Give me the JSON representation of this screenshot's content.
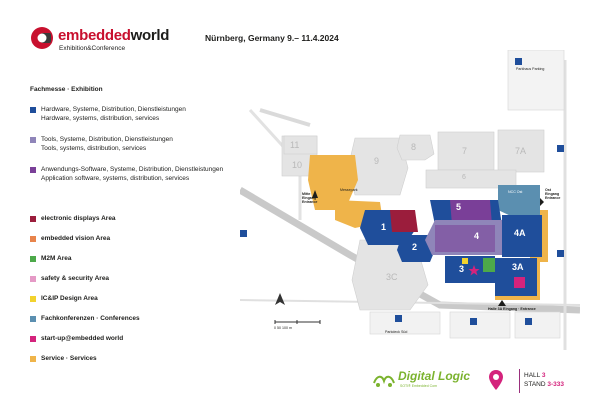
{
  "header": {
    "logo_part1": "embedded",
    "logo_part2": "world",
    "logo_sub": "Exhibition&Conference",
    "event_info": "Nürnberg, Germany   9.– 11.4.2024"
  },
  "legend": {
    "title": "Fachmesse · Exhibition",
    "items": [
      {
        "de": "Hardware, Systeme, Distribution, Dienstleistungen",
        "en": "Hardware, systems, distribution, services",
        "color": "#1f4e9b",
        "bold": false
      },
      {
        "de": "Tools, Systeme, Distribution, Dienstleistungen",
        "en": "Tools, systems, distribution, services",
        "color": "#8f85b9",
        "bold": false
      },
      {
        "de": "Anwendungs-Software, Systeme, Distribution, Dienstleistungen",
        "en": "Application software, systems, distribution, services",
        "color": "#7a3f98",
        "bold": false
      },
      {
        "de": "electronic displays Area",
        "en": "",
        "color": "#9b1d3c",
        "bold": true
      },
      {
        "de": "embedded vision Area",
        "en": "",
        "color": "#e8844b",
        "bold": true
      },
      {
        "de": "M2M Area",
        "en": "",
        "color": "#4da94a",
        "bold": true
      },
      {
        "de": "safety & security Area",
        "en": "",
        "color": "#e59ac6",
        "bold": true
      },
      {
        "de": "IC&IP Design Area",
        "en": "",
        "color": "#f2d22e",
        "bold": true
      },
      {
        "de": "Fachkonferenzen · Conferences",
        "en": "",
        "color": "#5b8fb0",
        "bold": true
      },
      {
        "de": "start-up@embedded world",
        "en": "",
        "color": "#d4237c",
        "bold": true
      },
      {
        "de": "Service · Services",
        "en": "",
        "color": "#efb44a",
        "bold": true
      }
    ]
  },
  "map": {
    "halls": {
      "h1": "1",
      "h2": "2",
      "h3": "3",
      "h3a": "3A",
      "h3c": "3C",
      "h4": "4",
      "h4a": "4A",
      "h5": "5",
      "h6": "6",
      "h7": "7",
      "h7a": "7A",
      "h8": "8",
      "h9": "9",
      "h10": "10",
      "h11": "11"
    },
    "labels": {
      "parkhaus": "Parkhaus Parking",
      "mitte": "Mitte Eingang Entrance",
      "messepark": "Messepark",
      "ost": "Ost Eingang Entrance",
      "nccost": "NCC Ost",
      "halle3a": "Halle 3A Eingang · Entrance",
      "parkdeck": "Parkdeck Süd",
      "scale": "0     50    100 m"
    },
    "colors": {
      "hall_gray": "#e4e4e4",
      "blue": "#1f4e9b",
      "purple": "#7a3f98",
      "lavender": "#8f85b9",
      "maroon": "#9b1d3c",
      "orange": "#efb44a",
      "conference": "#5b8fb0",
      "startup": "#d4237c",
      "green": "#4da94a",
      "yellow": "#f2d22e"
    }
  },
  "footer": {
    "brand": "Digital Logic",
    "brand_sub": "SOTI® Embedded Com",
    "hall_label": "HALL",
    "hall_value": "3",
    "stand_label": "STAND",
    "stand_value": "3-333"
  }
}
